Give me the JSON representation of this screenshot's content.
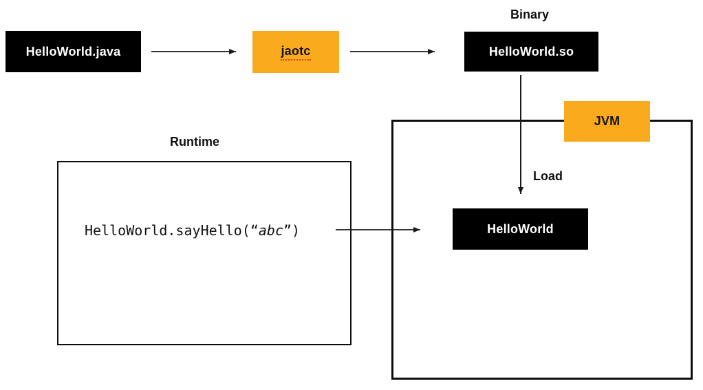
{
  "colors": {
    "accent_orange": "#FAAB1D",
    "node_black": "#000000",
    "line_black": "#1a1a1a",
    "spellcheck_red": "#e43a1c"
  },
  "pipeline": {
    "source_box_label": "HelloWorld.java",
    "compiler_box_label": "jaotc",
    "binary_caption": "Binary",
    "binary_box_label": "HelloWorld.so"
  },
  "jvm": {
    "badge_label": "JVM",
    "load_caption": "Load",
    "loaded_class_box_label": "HelloWorld"
  },
  "runtime": {
    "caption": "Runtime",
    "call_prefix": "HelloWorld.sayHello(“",
    "call_arg": "abc",
    "call_suffix": "”)"
  }
}
